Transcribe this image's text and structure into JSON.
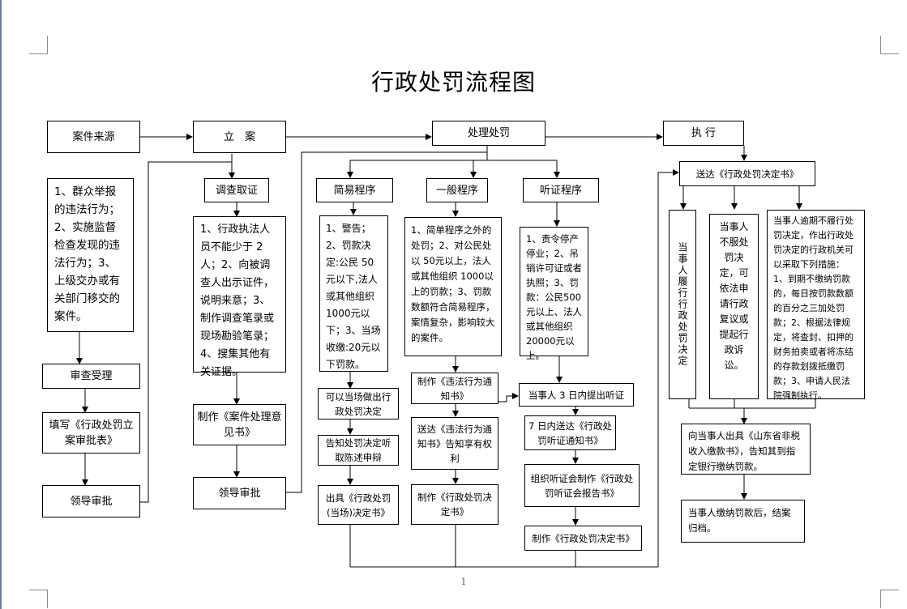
{
  "title": "行政处罚流程图",
  "page_number": "1",
  "columns": {
    "case_source": {
      "header": "案件来源",
      "sources": "1、群众举报的违法行为；2、实施监督检查发现的违法行为；3、上级交办或有关部门移交的案件。",
      "review": "审查受理",
      "fill_form": "填写《行政处罚立案审批表》",
      "approve": "领导审批"
    },
    "filing": {
      "header": "立　案",
      "investigate": "调查取证",
      "investigate_detail": "1、行政执法人员不能少于 2人；2、向被调查人出示证件，说明来意；3、制作调查笔录或现场勘验笔录；4、搜集其他有关证据。",
      "opinion": "制作《案件处理意见书》",
      "approve": "领导审批"
    },
    "handling": {
      "header": "处理处罚",
      "simple": {
        "label": "简易程序",
        "detail": "1、警告；2、罚款决定:公民 50 元以下,法人或其他组织 1000元以下；3、当场收缴:20元以下罚款。",
        "step1": "可以当场做出行政处罚决定",
        "step2": "告知处罚决定听取陈述申辩",
        "step3": "出具《行政处罚(当场)决定书》"
      },
      "general": {
        "label": "一般程序",
        "detail": "1、简单程序之外的处罚；2、对公民处以 50元以上，法人或其他组织 1000以上的罚款；3、罚款数额符合简易程序，案情复杂，影响较大的案件。",
        "step1": "制作《违法行为通知书》",
        "step2": "送达《违法行为通知书》告知享有权利",
        "step3": "制作《行政处罚决定书》"
      },
      "hearing": {
        "label": "听证程序",
        "detail": "1、责令停产停业；2、吊销许可证或者执照；3、罚款：公民500元以上、法人或其他组织 20000元以上。",
        "step1": "当事人 3 日内提出听证",
        "step2": "7 日内送达《行政处罚听证通知书》",
        "step3": "组织听证会制作《行政处罚听证会报告书》",
        "step4": "制作《行政处罚决定书》"
      }
    },
    "execution": {
      "header": "执 行",
      "deliver": "送达《行政处罚决定书》",
      "comply": "当事人履行行政处罚决定",
      "dispute": "当事人不服处罚决定，可依法申请行政复议或提起行政诉讼。",
      "overdue": "当事人逾期不履行处罚决定，作出行政处罚决定的行政机关可以采取下列措施：1、到期不缴纳罚款的，每日按罚款数额的百分之三加处罚款；2、根据法律规定，将查封、扣押的财务拍卖或者将冻结的存款划拨抵缴罚款；3、申请人民法院强制执行。",
      "issue_receipt": "向当事人出具《山东省非税收入缴款书》，告知其到指定银行缴纳罚款。",
      "close": "当事人缴纳罚款后，结案归档。"
    }
  }
}
